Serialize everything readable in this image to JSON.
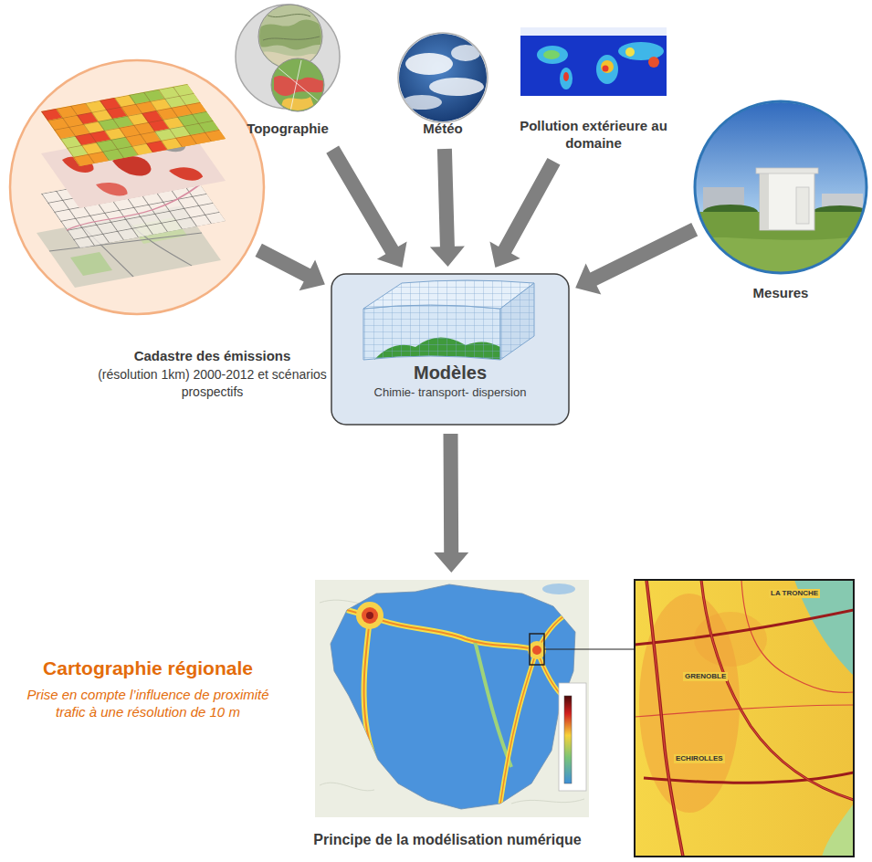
{
  "diagram": {
    "caption": "Principe de la modélisation numérique",
    "nodes": [
      {
        "text": [
          "Cadastre des émissions",
          "(résolution 1km) 2000-2012 et scénarios prospectifs"
        ]
      },
      {
        "text": [
          "Topographie"
        ]
      },
      {
        "text": [
          "Météo"
        ]
      },
      {
        "text": [
          "Pollution extérieure au domaine"
        ]
      },
      {
        "text": [
          "Mesures"
        ]
      },
      {
        "text": [
          "Modèles",
          "Chimie- transport- dispersion"
        ]
      },
      {
        "text": [
          "Cartographie régionale",
          "Prise en compte l’influence de proximité trafic à une résolution de 10 m"
        ]
      }
    ],
    "edges": [
      {
        "from": 0,
        "to": 5,
        "arrow": "to"
      },
      {
        "from": 1,
        "to": 5,
        "arrow": "to"
      },
      {
        "from": 2,
        "to": 5,
        "arrow": "to"
      },
      {
        "from": 3,
        "to": 5,
        "arrow": "to"
      },
      {
        "from": 4,
        "to": 5,
        "arrow": "to"
      },
      {
        "from": 5,
        "to": 6,
        "arrow": "to"
      }
    ],
    "labels": [
      "LA TRONCHE",
      "GRENOBLE",
      "ECHIROLLES"
    ]
  }
}
